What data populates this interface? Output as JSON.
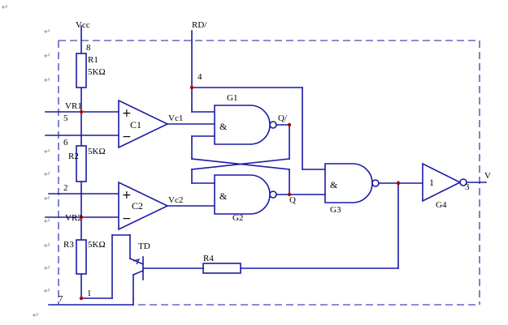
{
  "labels": {
    "vcc": "Vcc",
    "rd": "RD/",
    "pin8": "8",
    "pin4": "4",
    "pin5": "5",
    "pin6": "6",
    "pin2": "2",
    "pin1": "1",
    "pin7": "7",
    "pin3": "3",
    "r1": "R1",
    "r1_value": "5KΩ",
    "r2": "R2",
    "r2_value": "5KΩ",
    "r3": "R3",
    "r3_value": "5KΩ",
    "r4": "R4",
    "vr1": "VR1",
    "vr2": "VR2",
    "c1": "C1",
    "c2": "C2",
    "vc1": "Vc1",
    "vc2": "Vc2",
    "g1": "G1",
    "g2": "G2",
    "g3": "G3",
    "g4": "G4",
    "q_bar": "Q/",
    "q": "Q",
    "td": "TD",
    "and_symbol": "&",
    "buffer_symbol": "1",
    "plus": "+",
    "minus": "−",
    "out_partial": "V"
  },
  "colors": {
    "wire": "#1a1aa6",
    "node": "#b00000",
    "text": "#000000"
  },
  "icons": {
    "paragraph_mark": "↵"
  }
}
